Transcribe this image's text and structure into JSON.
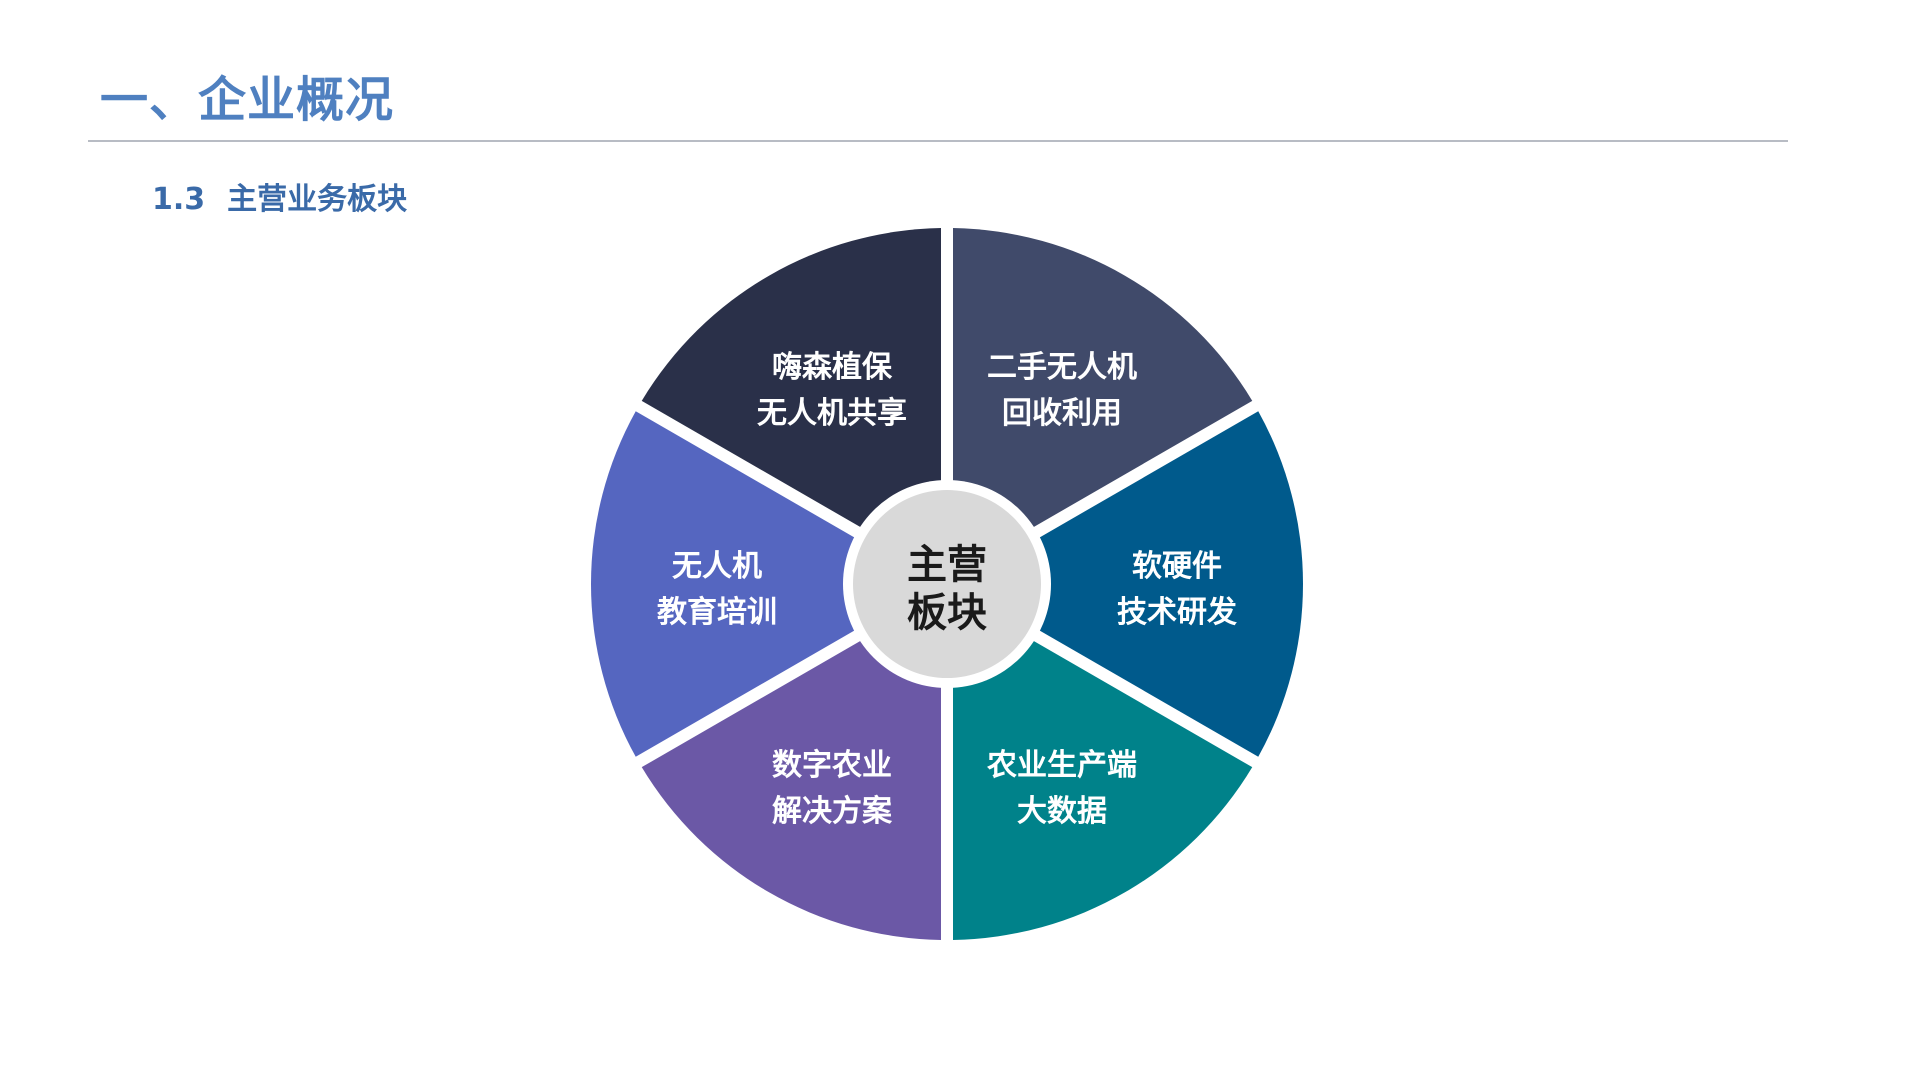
{
  "header": {
    "title": "一、企业概况"
  },
  "section": {
    "number": "1.3",
    "title": "主营业务板块"
  },
  "diagram": {
    "center": {
      "line1": "主营",
      "line2": "板块",
      "color": "#d9d9d9"
    },
    "segments": [
      {
        "line1": "二手无人机",
        "line2": "回收利用",
        "color": "#404a6a"
      },
      {
        "line1": "软硬件",
        "line2": "技术研发",
        "color": "#005a8c"
      },
      {
        "line1": "农业生产端",
        "line2": "大数据",
        "color": "#00828a"
      },
      {
        "line1": "数字农业",
        "line2": "解决方案",
        "color": "#6b58a6"
      },
      {
        "line1": "无人机",
        "line2": "教育培训",
        "color": "#5566c0"
      },
      {
        "line1": "嗨森植保",
        "line2": "无人机共享",
        "color": "#2a3049"
      }
    ]
  }
}
